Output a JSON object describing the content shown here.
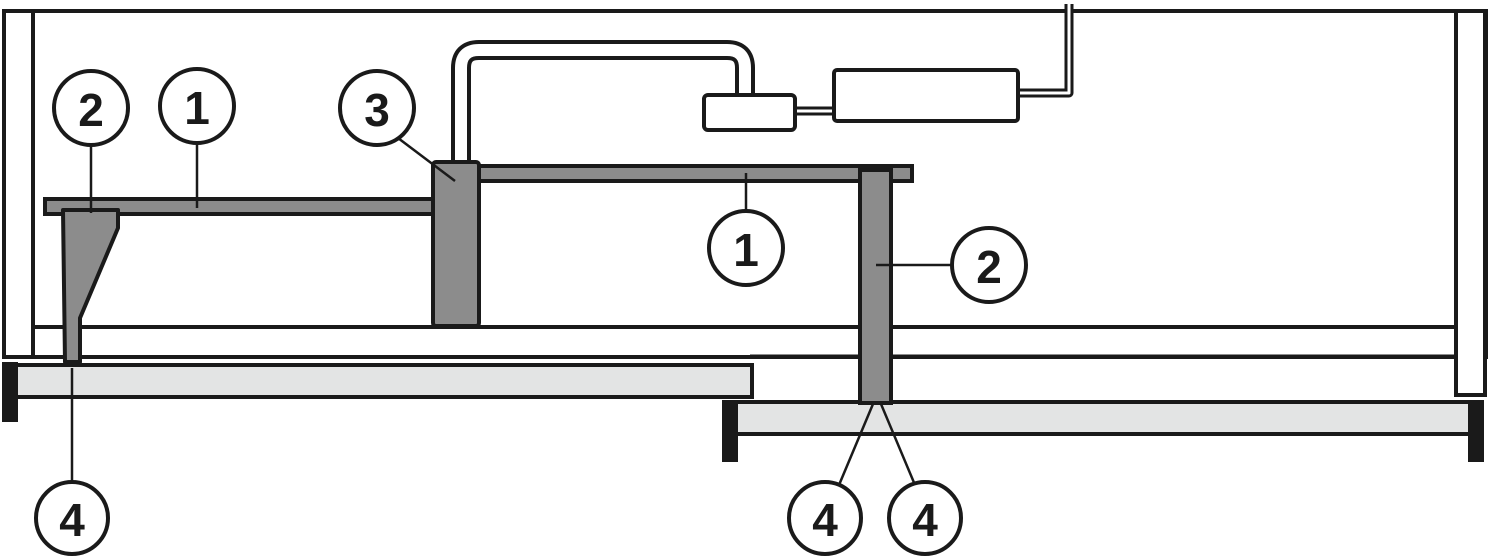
{
  "callouts": [
    {
      "id": "c1a",
      "label": "1"
    },
    {
      "id": "c1b",
      "label": "1"
    },
    {
      "id": "c2a",
      "label": "2"
    },
    {
      "id": "c2b",
      "label": "2"
    },
    {
      "id": "c3",
      "label": "3"
    },
    {
      "id": "c4a",
      "label": "4"
    },
    {
      "id": "c4b",
      "label": "4"
    },
    {
      "id": "c4c",
      "label": "4"
    }
  ],
  "colors": {
    "outline": "#1a1a1a",
    "part_gray": "#8c8c8c",
    "rail_light": "#e3e4e4",
    "background": "#ffffff"
  }
}
